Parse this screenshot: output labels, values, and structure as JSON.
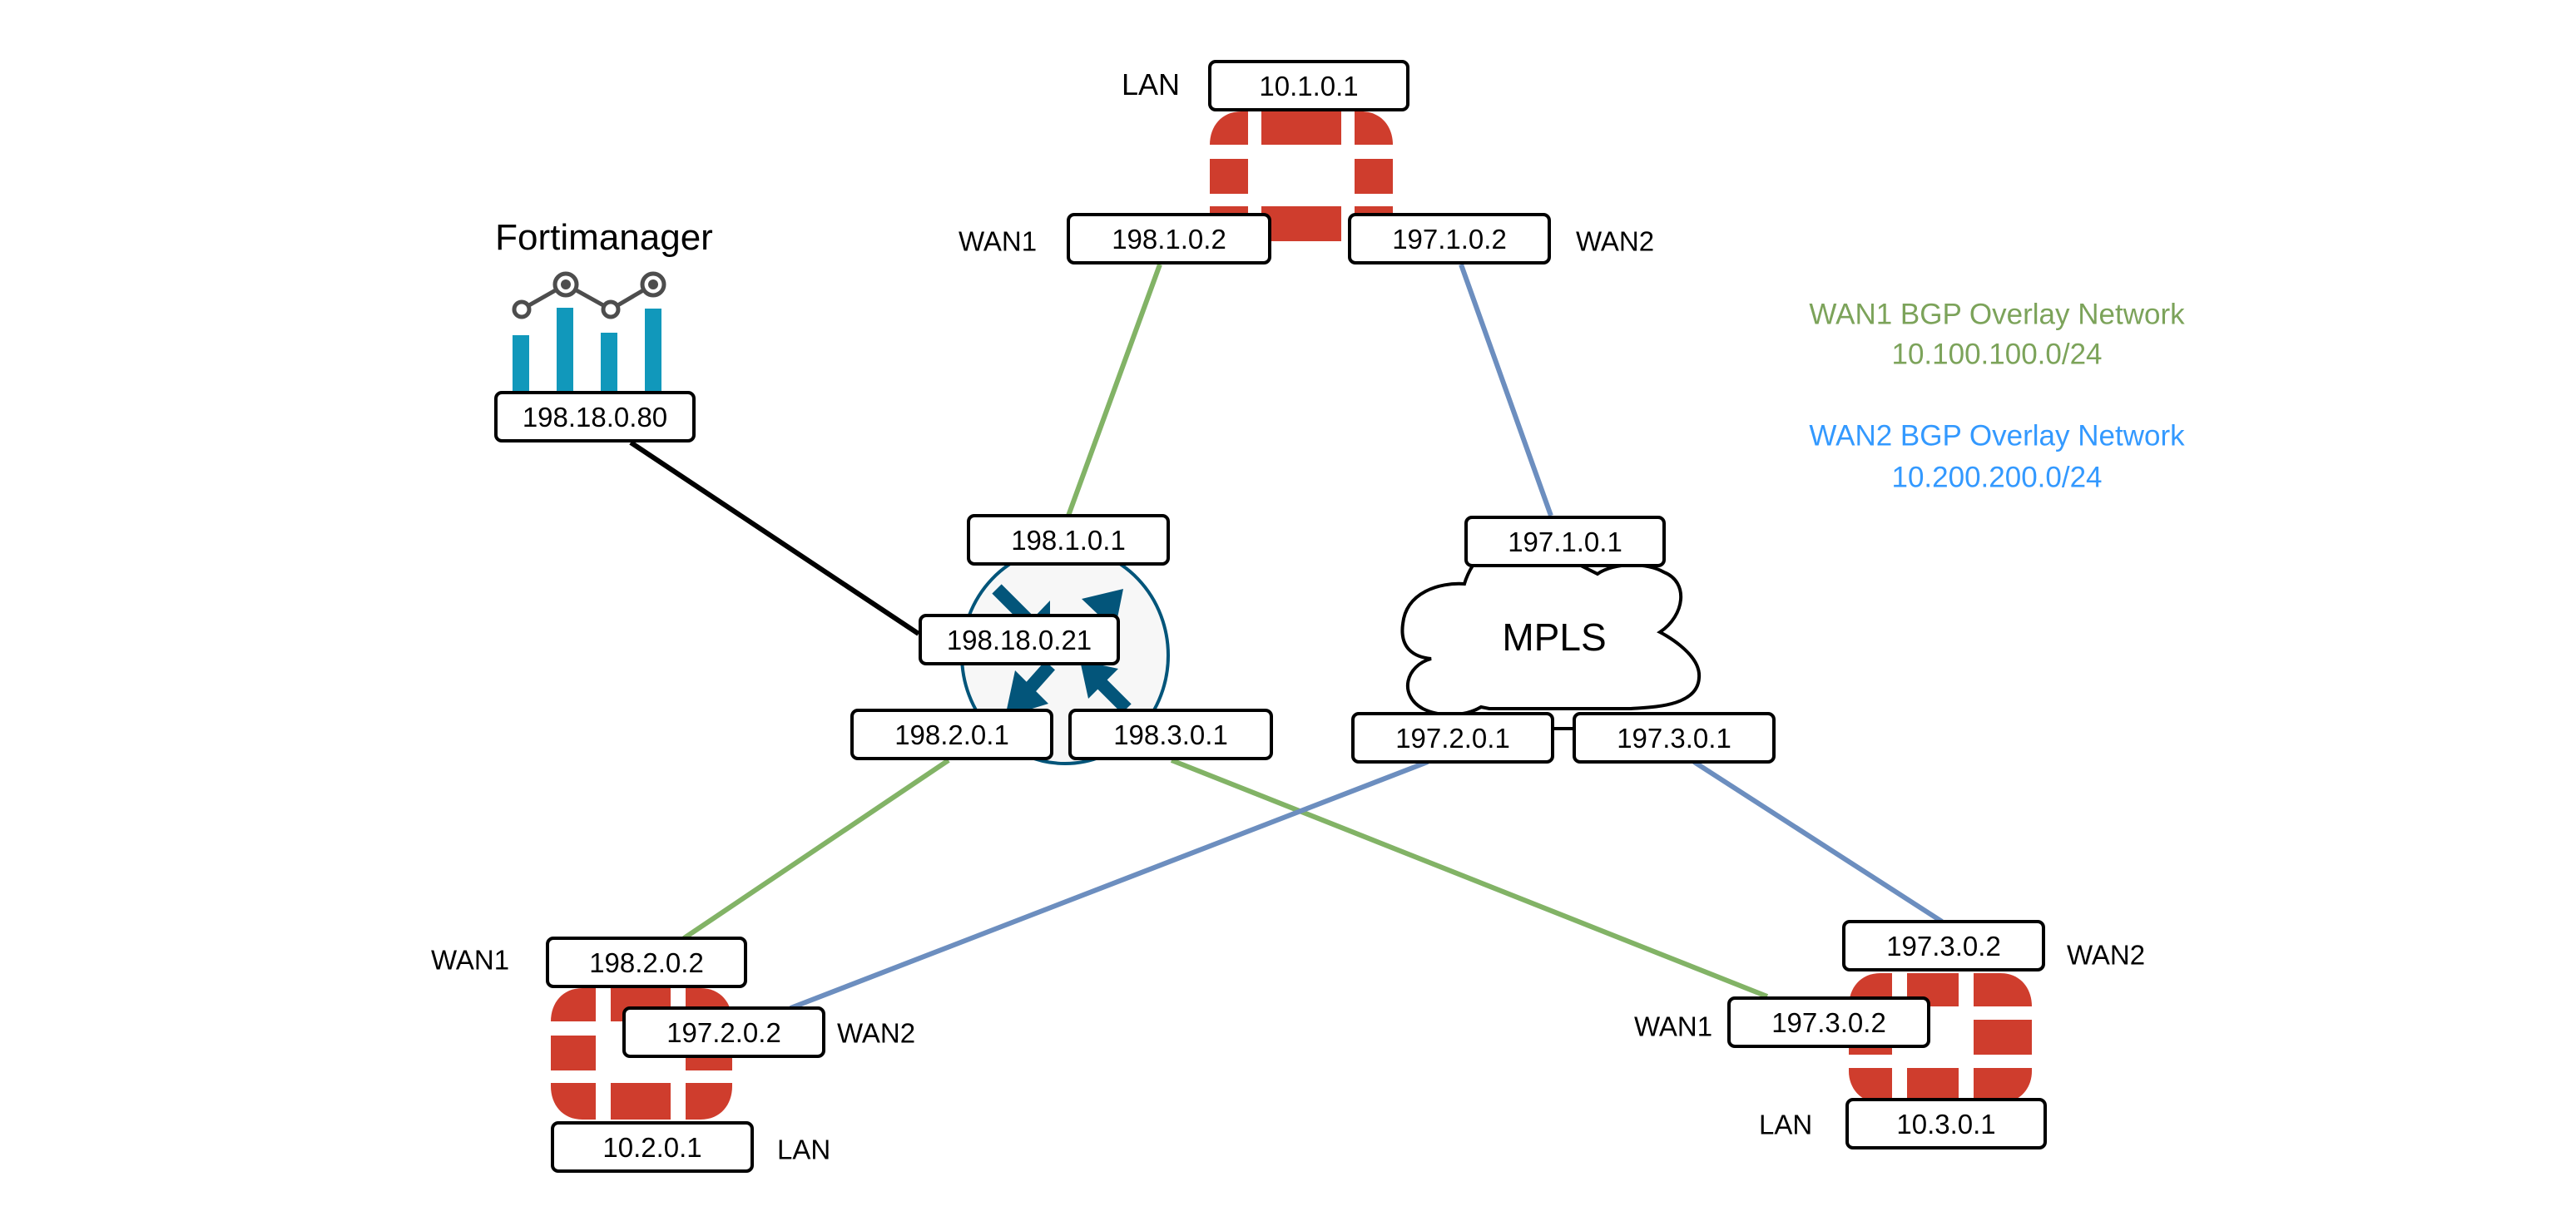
{
  "colors": {
    "wan1_link": "#82b366",
    "wan2_link": "#6c8ebf",
    "mgmt_link": "#000000",
    "firewall_red": "#cf3d2d",
    "router_blue": "#03557a",
    "fortimanager_bars": "#1198bb",
    "fortimanager_line": "#4d4d4d",
    "wan1_overlay_text": "#7ca35a",
    "wan2_overlay_text": "#3399ff"
  },
  "legend": {
    "wan1_title": "WAN1 BGP Overlay Network",
    "wan1_subnet": "10.100.100.0/24",
    "wan2_title": "WAN2 BGP Overlay Network",
    "wan2_subnet": "10.200.200.0/24"
  },
  "fortimanager": {
    "title": "Fortimanager",
    "ip": "198.18.0.80",
    "icon": "fortimanager-analytics-icon"
  },
  "hub_firewall": {
    "icon": "fortigate-firewall-icon",
    "lan_label": "LAN",
    "lan_ip": "10.1.0.1",
    "wan1_label": "WAN1",
    "wan1_ip": "198.1.0.2",
    "wan2_label": "WAN2",
    "wan2_ip": "197.1.0.2"
  },
  "internet_router": {
    "icon": "router-icon",
    "ip_top": "198.1.0.1",
    "ip_mgmt": "198.18.0.21",
    "ip_left": "198.2.0.1",
    "ip_right": "198.3.0.1"
  },
  "mpls": {
    "label": "MPLS",
    "icon": "cloud-icon",
    "ip_top": "197.1.0.1",
    "ip_left": "197.2.0.1",
    "ip_right": "197.3.0.1"
  },
  "branch1_firewall": {
    "icon": "fortigate-firewall-icon",
    "wan1_label": "WAN1",
    "wan1_ip": "198.2.0.2",
    "wan2_label": "WAN2",
    "wan2_ip": "197.2.0.2",
    "lan_label": "LAN",
    "lan_ip": "10.2.0.1"
  },
  "branch2_firewall": {
    "icon": "fortigate-firewall-icon",
    "wan2_label": "WAN2",
    "wan2_ip": "197.3.0.2",
    "wan1_label": "WAN1",
    "wan1_ip": "197.3.0.2",
    "lan_label": "LAN",
    "lan_ip": "10.3.0.1"
  },
  "links": [
    {
      "from": "198.1.0.2",
      "to": "198.1.0.1",
      "type": "wan1"
    },
    {
      "from": "197.1.0.2",
      "to": "197.1.0.1",
      "type": "wan2"
    },
    {
      "from": "198.18.0.80",
      "to": "198.18.0.21",
      "type": "mgmt"
    },
    {
      "from": "198.2.0.1",
      "to": "198.2.0.2",
      "type": "wan1"
    },
    {
      "from": "198.3.0.1",
      "to": "197.3.0.2",
      "type": "wan1"
    },
    {
      "from": "197.2.0.1",
      "to": "197.2.0.2",
      "type": "wan2"
    },
    {
      "from": "197.3.0.1",
      "to": "197.3.0.2",
      "type": "wan2"
    },
    {
      "from": "197.2.0.1",
      "to": "197.3.0.1",
      "type": "mpls"
    }
  ]
}
